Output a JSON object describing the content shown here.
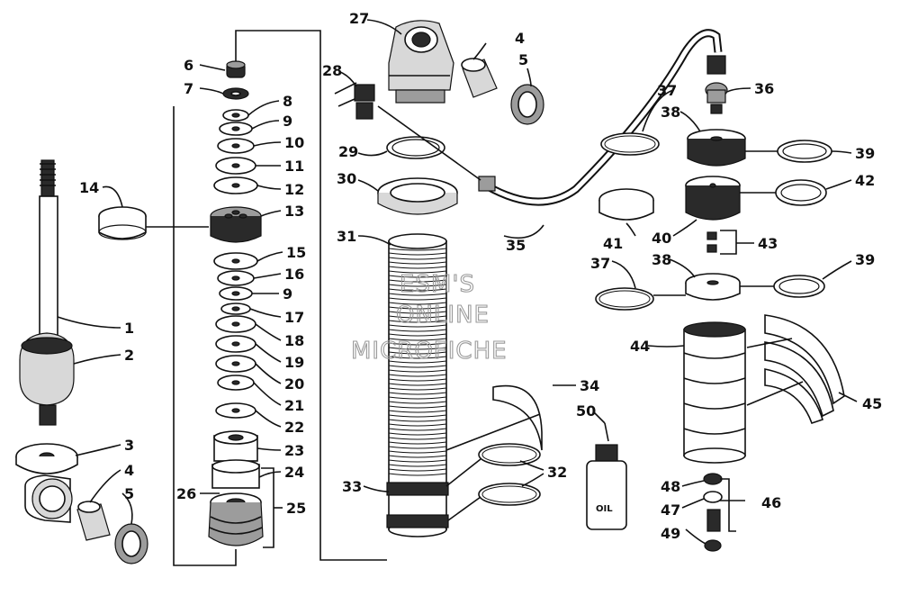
{
  "watermark": {
    "line1": "ESM'S",
    "line2": "ONLINE",
    "line3": "MICROFICHE"
  },
  "callouts": {
    "c1": "1",
    "c2": "2",
    "c3": "3",
    "c4": "4",
    "c5": "5",
    "c6": "6",
    "c7": "7",
    "c8": "8",
    "c9": "9",
    "c9b": "9",
    "c10": "10",
    "c11": "11",
    "c12": "12",
    "c13": "13",
    "c14": "14",
    "c15": "15",
    "c16": "16",
    "c17": "17",
    "c18": "18",
    "c19": "19",
    "c20": "20",
    "c21": "21",
    "c22": "22",
    "c23": "23",
    "c24": "24",
    "c25": "25",
    "c26": "26",
    "c27": "27",
    "c28": "28",
    "c29": "29",
    "c30": "30",
    "c31": "31",
    "c32": "32",
    "c33": "33",
    "c34": "34",
    "c35": "35",
    "c4b": "4",
    "c5b": "5",
    "c36": "36",
    "c37": "37",
    "c37b": "37",
    "c38": "38",
    "c38b": "38",
    "c39": "39",
    "c39b": "39",
    "c40": "40",
    "c41": "41",
    "c42": "42",
    "c43": "43",
    "c44": "44",
    "c45": "45",
    "c46": "46",
    "c47": "47",
    "c48": "48",
    "c49": "49",
    "c50": "50"
  },
  "oil_bottle_label": "OIL"
}
